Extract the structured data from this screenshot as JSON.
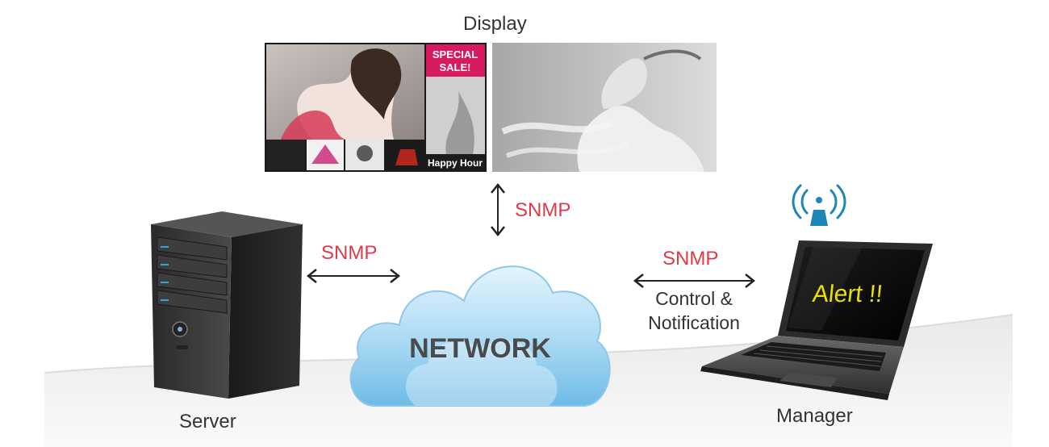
{
  "labels": {
    "display": "Display",
    "server": "Server",
    "manager": "Manager",
    "network": "NETWORK"
  },
  "links": {
    "display_network": "SNMP",
    "server_network": "SNMP",
    "manager_network": "SNMP",
    "manager_note_line1": "Control &",
    "manager_note_line2": "Notification"
  },
  "screen": {
    "special_sale": "SPECIAL SALE!",
    "happy_hour": "Happy Hour"
  },
  "laptop_screen": {
    "alert": "Alert !!"
  },
  "colors": {
    "snmp": "#e03a48",
    "alert": "#e8e000",
    "siren": "#1b86b8",
    "sale_badge": "#d81b60"
  }
}
